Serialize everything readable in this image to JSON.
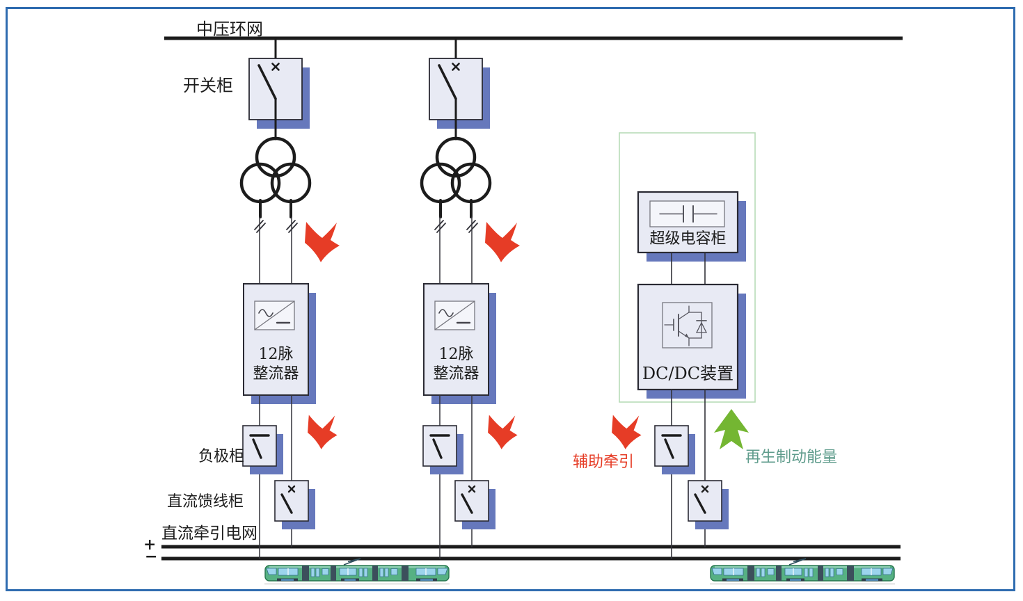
{
  "diagram": {
    "bus_label": "中压环网",
    "labels": {
      "switch_cabinet": "开关柜",
      "negative_cabinet": "负极柜",
      "dc_feeder_cabinet": "直流馈线柜",
      "dc_traction_network": "直流牵引电网",
      "plus": "+",
      "minus": "−"
    },
    "rectifier": {
      "line1": "12脉",
      "line2": "整流器"
    },
    "energy_storage": {
      "supercap_cabinet": "超级电容柜",
      "dcdc_device": "DC/DC装置"
    },
    "flows": {
      "aux_traction": "辅助牵引",
      "regen_braking": "再生制动能量"
    },
    "colors": {
      "frame_blue": "#2f6cb0",
      "cabinet_fill": "#e8eaf4",
      "cabinet_shadow": "#6678bc",
      "line_black": "#1c1c1c",
      "arrow_red": "#e63c26",
      "arrow_green": "#74b632",
      "regen_text_teal": "#5f9c8c",
      "storage_outline_green": "#b8dcb8",
      "tram_body_green": "#56b183",
      "tram_window_blue": "#9bd4ec"
    }
  }
}
